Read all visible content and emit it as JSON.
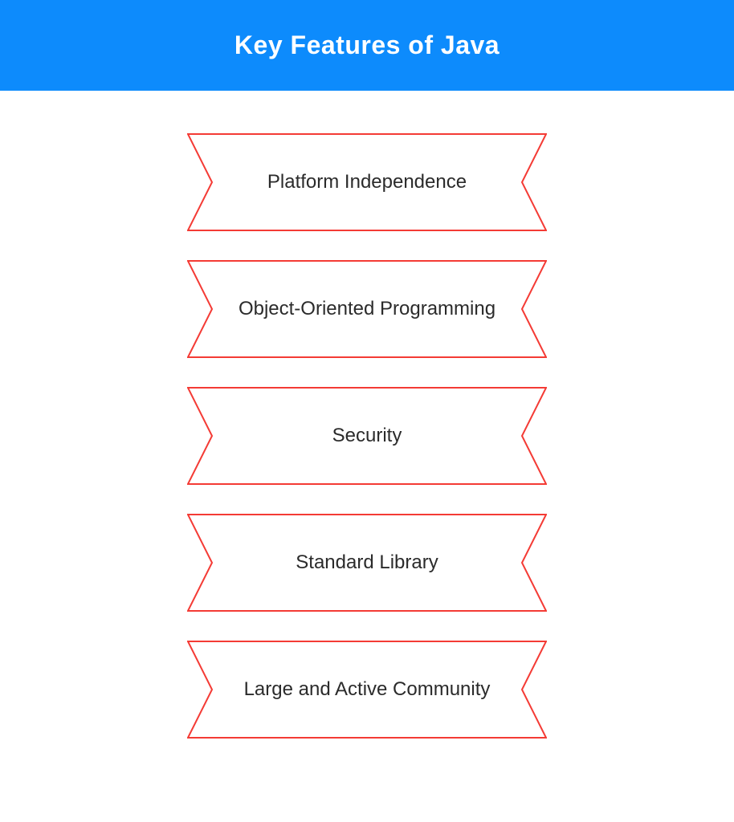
{
  "header": {
    "title": "Key Features of Java"
  },
  "banners": [
    {
      "label": "Platform Independence"
    },
    {
      "label": "Object-Oriented Programming"
    },
    {
      "label": "Security"
    },
    {
      "label": "Standard Library"
    },
    {
      "label": "Large and Active Community"
    }
  ],
  "colors": {
    "page_bg": "#ffffff",
    "header_bg": "#0d8bfc",
    "header_text": "#ffffff",
    "banner_border": "#f43b35",
    "banner_fill": "#ffffff",
    "banner_text": "#2b2b2b"
  }
}
